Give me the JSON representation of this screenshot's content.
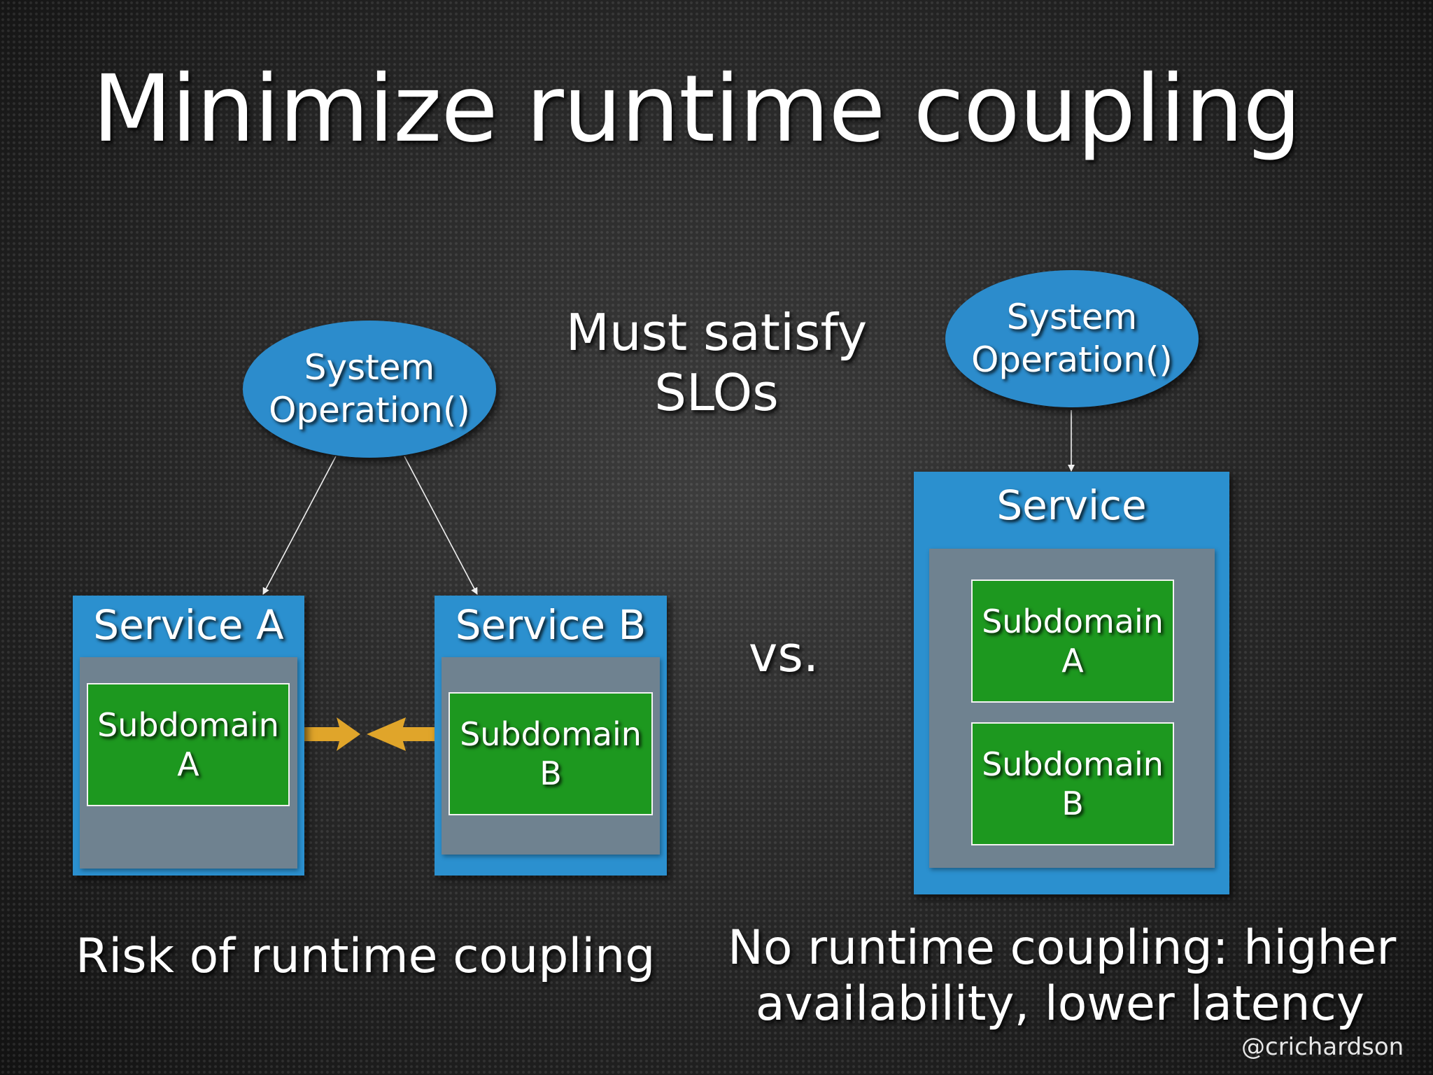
{
  "slide": {
    "title": "Minimize runtime coupling",
    "center_note": [
      "Must satisfy",
      "SLOs"
    ],
    "versus": "vs.",
    "handle": "@crichardson"
  },
  "left": {
    "system_operation": [
      "System",
      "Operation()"
    ],
    "service_a": {
      "label": "Service A",
      "subdomain": [
        "Subdomain",
        "A"
      ]
    },
    "service_b": {
      "label": "Service B",
      "subdomain": [
        "Subdomain",
        "B"
      ]
    },
    "caption": "Risk of runtime coupling"
  },
  "right": {
    "system_operation": [
      "System",
      "Operation()"
    ],
    "service": {
      "label": "Service",
      "subdomain_a": [
        "Subdomain",
        "A"
      ],
      "subdomain_b": [
        "Subdomain",
        "B"
      ]
    },
    "caption": [
      "No runtime coupling: higher",
      "availability, lower latency"
    ]
  },
  "colors": {
    "service_blue": "#2b90cf",
    "ellipse_blue": "#2c8ccc",
    "inner_gray": "#6f8290",
    "subdomain_green": "#1d981f",
    "coupling_arrow": "#e0a52a"
  }
}
